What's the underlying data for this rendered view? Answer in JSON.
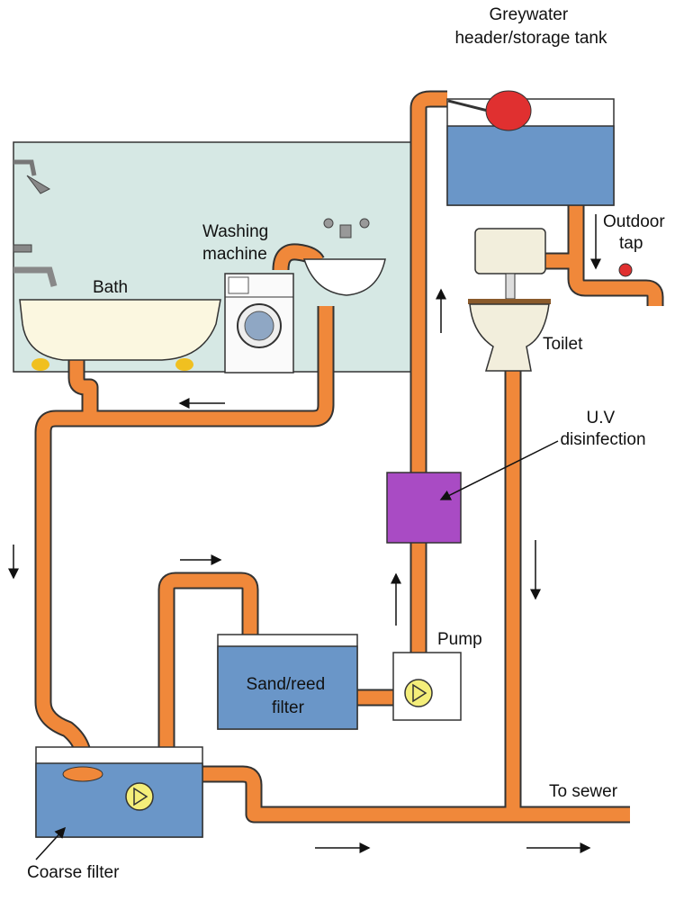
{
  "labels": {
    "tank": [
      "Greywater",
      "header/storage tank"
    ],
    "washing_machine": [
      "Washing",
      "machine"
    ],
    "bath": "Bath",
    "outdoor_tap": [
      "Outdoor",
      "tap"
    ],
    "toilet": "Toilet",
    "uv": [
      "U.V",
      "disinfection"
    ],
    "pump": "Pump",
    "sand_filter": [
      "Sand/reed",
      "filter"
    ],
    "coarse_filter": "Coarse filter",
    "sewer": "To sewer"
  },
  "colors": {
    "pipe": "#f0883a",
    "water": "#6a96c8",
    "uv_unit": "#a94bc4",
    "room_wall": "#d6e8e4",
    "pump": "#f4ee7a"
  }
}
